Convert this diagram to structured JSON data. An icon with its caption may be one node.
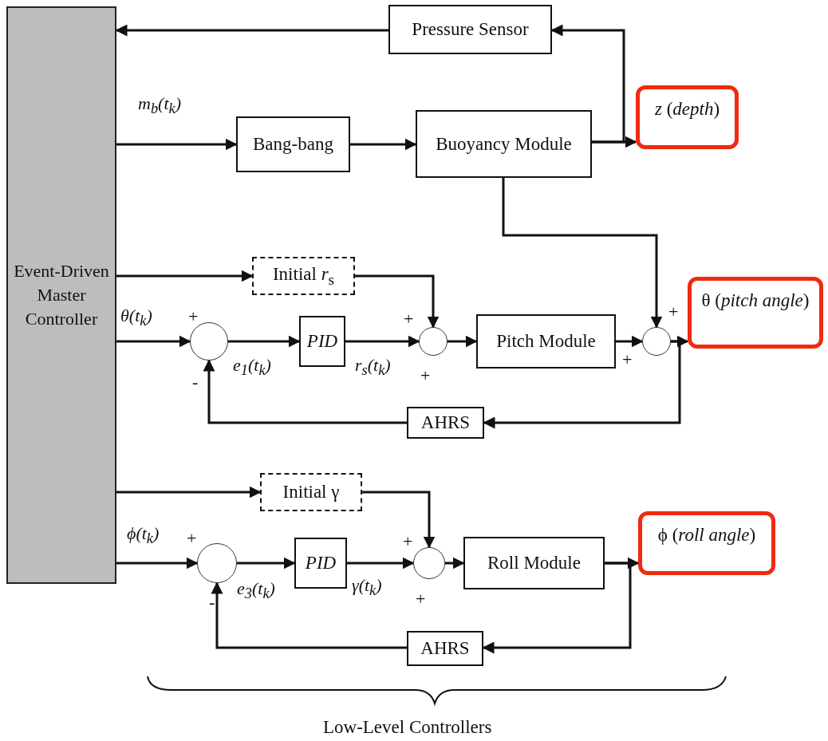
{
  "diagram": {
    "nodes": [
      {
        "text": [
          "Event-Driven Master Controller"
        ]
      },
      {
        "text": [
          "Pressure Sensor"
        ]
      },
      {
        "text": [
          "Bang-bang"
        ]
      },
      {
        "text": [
          "Buoyancy Module"
        ]
      },
      {
        "text": [
          "*z* (*depth*)"
        ]
      },
      {
        "text": [
          "Initial *r*$_{s}$"
        ]
      },
      {
        "text": [],
        "shape": "circle"
      },
      {
        "text": [
          "PID"
        ]
      },
      {
        "text": [],
        "shape": "circle"
      },
      {
        "text": [
          "Pitch Module"
        ]
      },
      {
        "text": [],
        "shape": "circle"
      },
      {
        "text": [
          "θ (*pitch angle*)"
        ]
      },
      {
        "text": [
          "AHRS"
        ]
      },
      {
        "text": [
          "Initial γ"
        ]
      },
      {
        "text": [],
        "shape": "circle"
      },
      {
        "text": [
          "PID"
        ]
      },
      {
        "text": [],
        "shape": "circle"
      },
      {
        "text": [
          "Roll Module"
        ]
      },
      {
        "text": [
          "ϕ (*roll angle*)"
        ]
      },
      {
        "text": [
          "AHRS"
        ]
      }
    ],
    "edges": [
      {
        "from": 1,
        "to": 0,
        "arrow": "to"
      },
      {
        "from": 0,
        "to": 2,
        "arrow": "to",
        "label": "m$_{b}$(t$_{k}$)"
      },
      {
        "from": 2,
        "to": 3,
        "arrow": "to"
      },
      {
        "from": 3,
        "to": 4,
        "arrow": "to"
      },
      {
        "from": 3,
        "to": 1,
        "arrow": "to"
      },
      {
        "from": 3,
        "to": 10,
        "arrow": "to"
      },
      {
        "from": 0,
        "to": 5,
        "arrow": "to"
      },
      {
        "from": 5,
        "to": 8,
        "arrow": "to"
      },
      {
        "from": 0,
        "to": 6,
        "arrow": "to",
        "label": "θ(t$_{k}$)"
      },
      {
        "from": 6,
        "to": 7,
        "arrow": "to",
        "label": "e$_{1}$(t$_{k}$)"
      },
      {
        "from": 7,
        "to": 8,
        "arrow": "to",
        "label": "r$_{s}$(t$_{k}$)"
      },
      {
        "from": 8,
        "to": 9,
        "arrow": "to"
      },
      {
        "from": 9,
        "to": 10,
        "arrow": "to"
      },
      {
        "from": 10,
        "to": 11,
        "arrow": "to"
      },
      {
        "from": 10,
        "to": 12,
        "arrow": "to"
      },
      {
        "from": 12,
        "to": 6,
        "arrow": "to"
      },
      {
        "from": 0,
        "to": 13,
        "arrow": "to"
      },
      {
        "from": 13,
        "to": 16,
        "arrow": "to"
      },
      {
        "from": 0,
        "to": 14,
        "arrow": "to",
        "label": "ϕ(t$_{k}$)"
      },
      {
        "from": 14,
        "to": 15,
        "arrow": "to",
        "label": "e$_{3}$(t$_{k}$)"
      },
      {
        "from": 15,
        "to": 16,
        "arrow": "to",
        "label": "γ(t$_{k}$)"
      },
      {
        "from": 16,
        "to": 17,
        "arrow": "to"
      },
      {
        "from": 17,
        "to": 18,
        "arrow": "to"
      },
      {
        "from": 17,
        "to": 19,
        "arrow": "to"
      },
      {
        "from": 19,
        "to": 14,
        "arrow": "to"
      }
    ],
    "labels": [
      "+",
      "+",
      "+",
      "+",
      "+",
      "-",
      "+",
      "+",
      "+",
      "-",
      "Low-Level Controllers"
    ]
  }
}
